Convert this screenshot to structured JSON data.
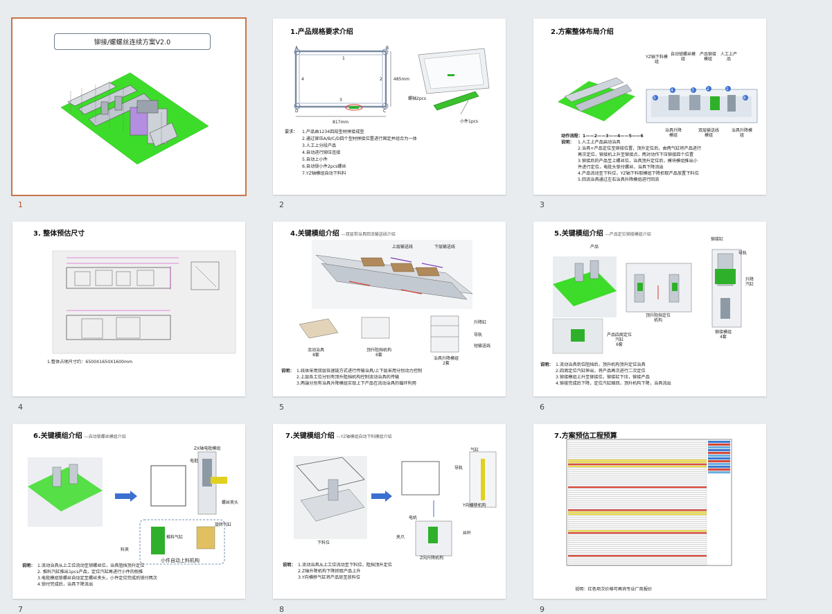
{
  "slides": [
    {
      "num": "1",
      "title": "铆接/螺螺丝连续方案V2.0"
    },
    {
      "num": "2",
      "title": "1.产品规格要求介绍",
      "dims": {
        "w": "817mm",
        "h": "485mm",
        "one": "1",
        "two": "2",
        "three": "3",
        "four": "4",
        "a": "A",
        "b": "B",
        "c": "C",
        "d": "D",
        "screw": "螺轴2pcs",
        "small": "小件1pcs"
      },
      "req_label": "要求：",
      "reqs": [
        "1.产品由1234四段型材拼接成型",
        "2.通过铆压A/B/C/D四个型材拼接位置进行固定并组合为一体",
        "3.人工上分段产品",
        "4.自动进行铆压连接",
        "5.自动上小件",
        "6.自动锁小件2pcs螺丝",
        "7.YZ轴模组自动下料料"
      ]
    },
    {
      "num": "3",
      "title": "2.方案整体布局介绍",
      "labels": {
        "yz": "YZ轴下料模组",
        "screw": "自动锁螺丝模组",
        "rivet": "产品铆接模组",
        "manual": "人工上产品",
        "lift1": "治具升降模组",
        "belt": "双层输送线模组",
        "lift2": "治具升降模组"
      },
      "circles": [
        "4",
        "3",
        "2",
        "1",
        "5",
        "6"
      ],
      "flow": "动作流程：1——2——3——4——5——6",
      "desc_label": "说明：",
      "desc": [
        "1.人工上产品启动治具",
        "2.治具+产品定位至铆接位置，顶升定位后，由两气缸将产品进行",
        "  再次定位，铆接机上升至铆接点，两对动作下压铆接四个位置",
        "3.铆接后的产品至上螺丝位，治具顶升定位后，模块模组推出小",
        "  件进行定位，电批头锁付螺丝，治具下降流出",
        "4.产品流动至下料位，YZ轴下料取模组下降抓取产品放置下料位",
        "5.回流治具通过左右治具升降模组进行回流"
      ]
    },
    {
      "num": "4",
      "title": "3. 整体预估尺寸",
      "size": "1.整体占地尺寸约：6500X1650X1600mm"
    },
    {
      "num": "5",
      "title": "4.关键模组介绍",
      "subtitle": "—双层带治具回流输送线介绍",
      "labels": {
        "upper": "上层输送线",
        "lower": "下层输送线",
        "fixture": "流动治具",
        "fixture_n": "8套",
        "stop": "顶升阻挡机构",
        "stop_n": "6套",
        "liftm": "治具升降模组",
        "liftm_n": "2套",
        "cyl": "升降缸",
        "rail": "导轨",
        "shortline": "短输送线"
      },
      "desc_label": "说明：",
      "desc": [
        "1.线体采用双层倍速链方式进行传输治具/上下层采用分别动力控制",
        "2.上层各工位分别有顶升阻挡机构控制流动治具的传输",
        "3.两端分别有治具升降模组实现上下产品在流动治具的循环利用"
      ]
    },
    {
      "num": "6",
      "title": "5.关键模组介绍",
      "subtitle": "—产品定位铆接模组介绍",
      "labels": {
        "product": "产品",
        "rivetcyl": "铆接缸",
        "rail": "导轨",
        "liftcyl": "升降汽缸",
        "jack": "顶升阻挡定位机构",
        "posc": "产品四周定位汽缸",
        "posc_n": "6套",
        "rivetm": "铆接模组",
        "rivetm_n": "4套"
      },
      "desc_label": "说明：",
      "desc": [
        "1.流动治具到位阻挡后，顶升机构顶升定位治具",
        "2.四周定位汽缸伸出，将产品再次进行二次定位",
        "3.铆接模组上升至铆接位，铆接缸下压，铆接产品",
        "4.铆接完成后下降，定位汽缸缩回，顶升机构下降，治具流出"
      ]
    },
    {
      "num": "7",
      "title": "6.关键模组介绍",
      "subtitle": "—自动锁螺丝模组介绍",
      "labels": {
        "zx": "ZX轴电批模组",
        "motor": "电批",
        "screwhead": "螺丝夹头",
        "feed": "料夹",
        "pos": "推料气缸",
        "rot": "旋转气缸",
        "unit": "小件自动上料机构"
      },
      "desc_label": "说明：",
      "desc": [
        "1.流动治具从上工位流动至锁螺丝位，治具阻挡顶升定位",
        "2. 推料汽缸推出1pcs产品，定位汽缸再进行小件的侧推",
        "3.电批模组锁螺丝自动定至螺丝夹头，小件定位完成后锁付两次",
        "4.锁付完成后，治具下降流出"
      ]
    },
    {
      "num": "8",
      "title": "7.关键模组介绍",
      "subtitle": "—YZ轴模组自动下料模组介绍",
      "labels": {
        "cyl": "气缸",
        "rail": "导轨",
        "ymove": "Y向横移机构",
        "motor": "电机",
        "clamp": "夹爪",
        "screw": "丝杆",
        "zlift": "Z向升降机构",
        "unload": "下料位"
      },
      "desc_label": "说明：",
      "desc": [
        "1.流动治具从上工位流动至下料位，阻挡顶升定位",
        "2.Z轴升降机构下降抓取产品上升",
        "3.Y向横移气缸将产品放至放料位"
      ]
    },
    {
      "num": "9",
      "title": "7.方案预估工程预算",
      "note": "说明：红色项次价格可再询专业厂商报价"
    }
  ]
}
